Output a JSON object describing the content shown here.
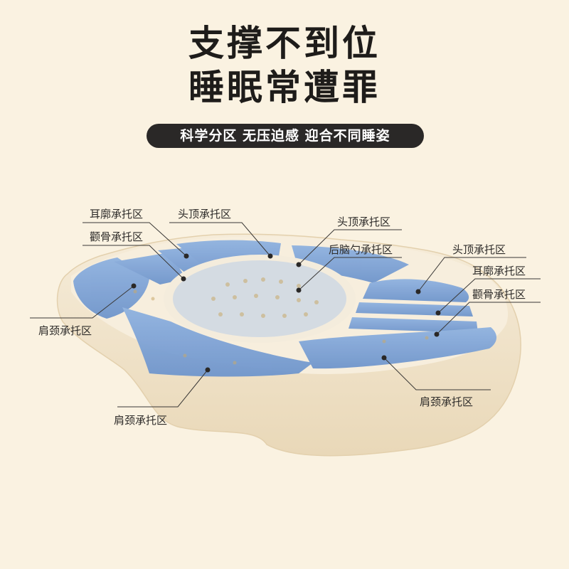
{
  "headline": {
    "line1": "支撑不到位",
    "line2": "睡眠常遭罪"
  },
  "subtitle": "科学分区 无压迫感 迎合不同睡姿",
  "colors": {
    "background": "#faf2e1",
    "pill": "#2a2827",
    "zone_blue": "#7fa3d6",
    "pillow_cream": "#f3e6cf"
  },
  "labels": {
    "ear_left": "耳廓承托区",
    "head_top_1": "头顶承托区",
    "cheek_left": "颧骨承托区",
    "head_top_2": "头顶承托区",
    "occiput": "后脑勺承托区",
    "head_top_right": "头顶承托区",
    "ear_right": "耳廓承托区",
    "cheek_right": "颧骨承托区",
    "shoulder_left": "肩颈承托区",
    "shoulder_right": "肩颈承托区",
    "shoulder_bottom": "肩颈承托区"
  }
}
